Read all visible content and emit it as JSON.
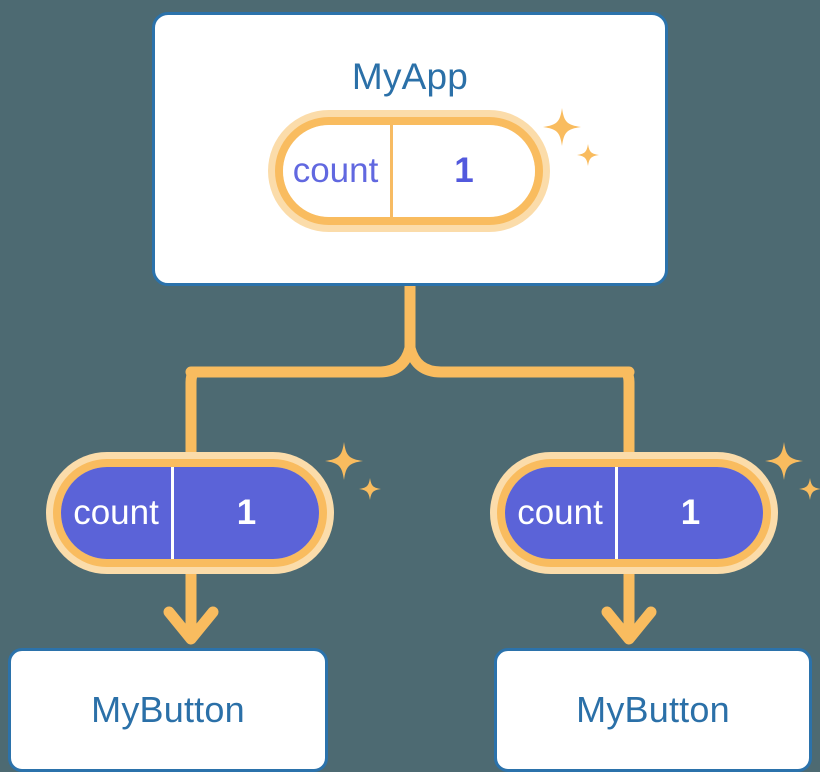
{
  "diagram": {
    "title": "React component tree with shared count state",
    "background_color": "#4d6a72",
    "accent_orange": "#f9bc5f",
    "accent_orange_glow": "#fbdcaa",
    "accent_blue": "#2b72ab",
    "accent_purple": "#5b63d8",
    "text_blue": "#2b70a8",
    "text_indigo": "#6168e0"
  },
  "nodes": {
    "root": {
      "label": "MyApp",
      "state": {
        "key": "count",
        "value": "1"
      }
    },
    "child_left": {
      "label": "MyButton",
      "state": {
        "key": "count",
        "value": "1"
      }
    },
    "child_right": {
      "label": "MyButton",
      "state": {
        "key": "count",
        "value": "1"
      }
    }
  },
  "icons": {
    "sparkle_large": "sparkle-icon",
    "sparkle_small": "sparkle-icon",
    "arrow_down": "arrow-down-icon"
  },
  "connectors": {
    "root_to_branch": "vertical-stem",
    "branch_bar": "horizontal-split-bar",
    "state_to_button_left": "arrow-down",
    "state_to_button_right": "arrow-down"
  }
}
